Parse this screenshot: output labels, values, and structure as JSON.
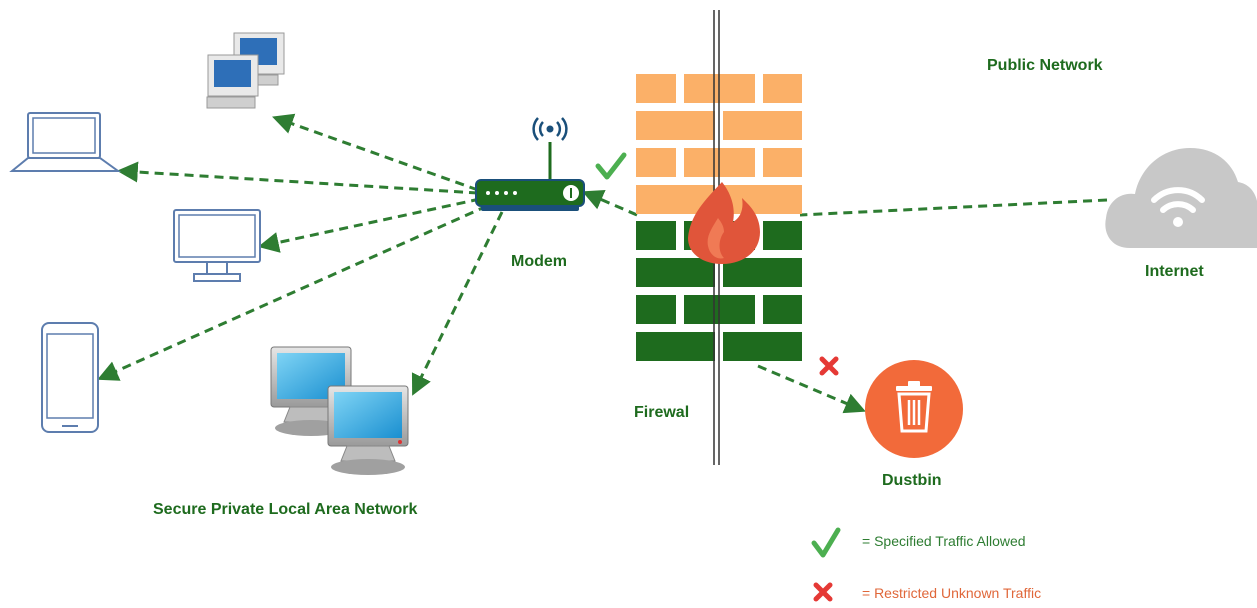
{
  "labels": {
    "public_network": "Public Network",
    "internet": "Internet",
    "modem": "Modem",
    "firewall": "Firewal",
    "dustbin": "Dustbin",
    "lan": "Secure Private Local Area Network"
  },
  "legend": {
    "allowed": "= Specified Traffic Allowed",
    "restricted": "= Restricted Unknown Traffic"
  },
  "colors": {
    "label_green": "#1e6b1e",
    "arrow_green": "#2e7d32",
    "allowed_text": "#2e7d32",
    "restricted_text": "#e0673a",
    "brick_orange": "#fbb068",
    "brick_green": "#1e6b1e",
    "flame": "#e0553a",
    "dustbin": "#f26a3a",
    "cloud": "#c8c8c8"
  },
  "icons": [
    "desktop-pair-small-icon",
    "laptop-icon",
    "monitor-icon",
    "smartphone-icon",
    "desktop-pair-large-icon",
    "modem-icon",
    "firewall-icon",
    "flame-icon",
    "cloud-wifi-icon",
    "dustbin-icon",
    "check-icon",
    "cross-icon"
  ]
}
